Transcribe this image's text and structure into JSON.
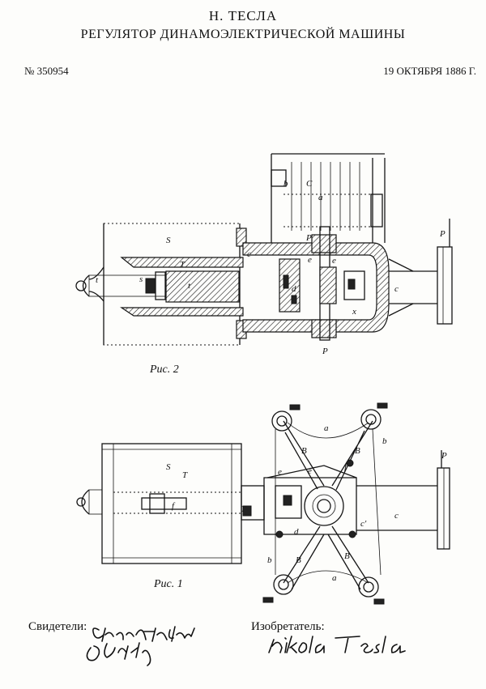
{
  "header": {
    "inventor_name": "Н. ТЕСЛА",
    "title": "РЕГУЛЯТОР ДИНАМОЭЛЕКТРИЧЕСКОЙ МАШИНЫ",
    "patent_number": "№ 350954",
    "date": "19 ОКТЯБРЯ 1886 Г."
  },
  "figures": {
    "fig2_caption": "Рис. 2",
    "fig1_caption": "Рис. 1"
  },
  "footer": {
    "witnesses_label": "Свидетели:",
    "inventor_label": "Изобретатель:",
    "witness_signature_1": "Chas H Smith",
    "witness_signature_2": "J Stail",
    "inventor_signature": "Nikola Tesla"
  }
}
